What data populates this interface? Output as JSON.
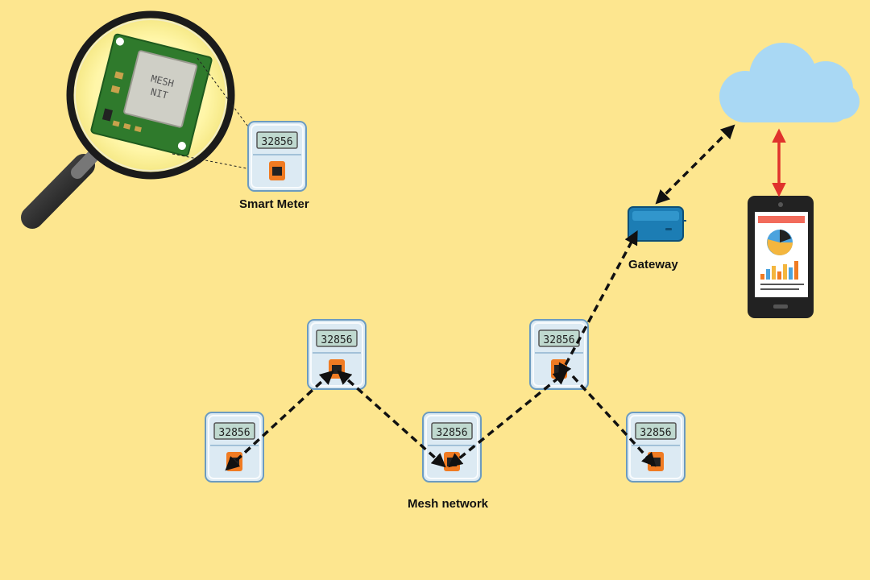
{
  "labels": {
    "smart_meter": "Smart Meter",
    "gateway": "Gateway",
    "mesh_network": "Mesh network"
  },
  "meter_display": "32856",
  "chip_text": [
    "MESH",
    "NIT"
  ],
  "colors": {
    "background": "#FDE68F",
    "meter_body": "#DCEAF3",
    "meter_border": "#6C9BC0",
    "display": "#BFD9CF",
    "module_orange": "#F07B22",
    "gateway_blue": "#1C7DB4",
    "cloud": "#A9D8F4",
    "phone_link": "#E0322C",
    "mesh_link": "#111111"
  },
  "icons": [
    "magnifier-icon",
    "pcb-module-icon",
    "cloud-icon",
    "smartphone-icon",
    "gateway-icon",
    "smart-meter-icon"
  ]
}
